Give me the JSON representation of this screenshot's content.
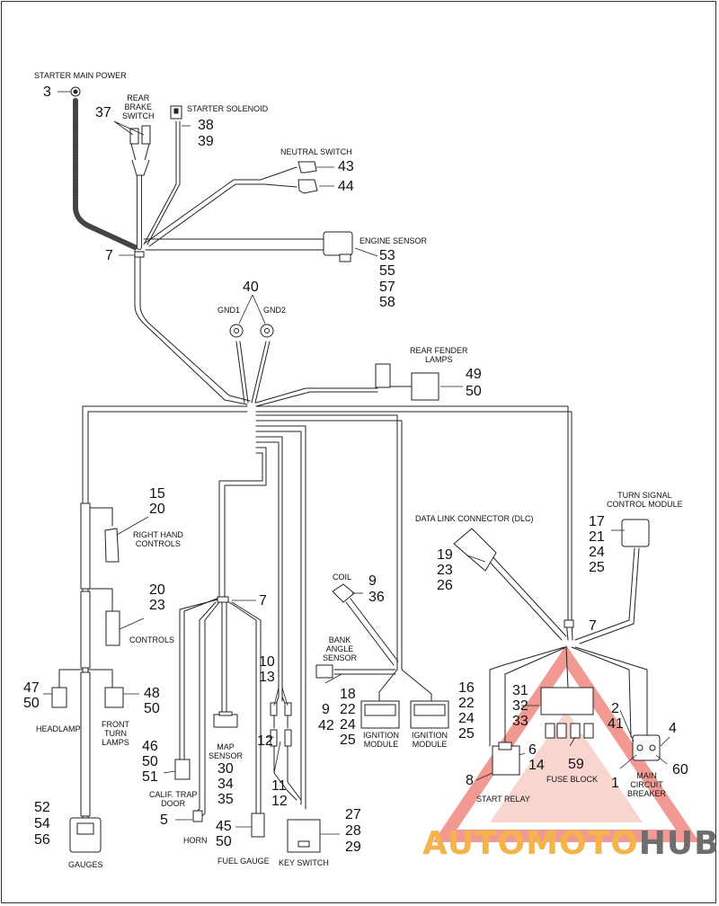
{
  "labels": {
    "starter_main_power": "STARTER MAIN POWER",
    "rear_brake_switch": "REAR\nBRAKE\nSWITCH",
    "starter_solenoid": "STARTER SOLENOID",
    "neutral_switch": "NEUTRAL SWITCH",
    "engine_sensor": "ENGINE SENSOR",
    "gnd1": "GND1",
    "gnd2": "GND2",
    "rear_fender_lamps": "REAR FENDER\nLAMPS",
    "turn_signal_control_module": "TURN SIGNAL\nCONTROL MODULE",
    "data_link_connector": "DATA LINK CONNECTOR (DLC)",
    "right_hand_controls": "RIGHT HAND\nCONTROLS",
    "controls": "CONTROLS",
    "coil": "COIL",
    "bank_angle_sensor": "BANK\nANGLE\nSENSOR",
    "headlamp": "HEADLAMP",
    "front_turn_lamps": "FRONT\nTURN\nLAMPS",
    "map_sensor": "MAP\nSENSOR",
    "ignition_module_1": "IGNITION\nMODULE",
    "ignition_module_2": "IGNITION\nMODULE",
    "start_relay": "START RELAY",
    "fuse_block": "FUSE BLOCK",
    "main_circuit_breaker": "MAIN\nCIRCUIT\nBREAKER",
    "calif_trap_door": "CALIF. TRAP\nDOOR",
    "horn": "HORN",
    "fuel_gauge": "FUEL GAUGE",
    "key_switch": "KEY SWITCH",
    "gauges": "GAUGES"
  },
  "callouts": {
    "c3": "3",
    "c37": "37",
    "c38": "38",
    "c39": "39",
    "c43": "43",
    "c44": "44",
    "c7a": "7",
    "c53": "53",
    "c55": "55",
    "c57": "57",
    "c58": "58",
    "c40": "40",
    "c49": "49",
    "c50a": "50",
    "c15": "15",
    "c20a": "20",
    "c17": "17",
    "c21": "21",
    "c24a": "24",
    "c25a": "25",
    "c19": "19",
    "c23a": "23",
    "c26": "26",
    "c20b": "20",
    "c23b": "23",
    "c7b": "7",
    "c9a": "9",
    "c36": "36",
    "c7c": "7",
    "c10": "10",
    "c13": "13",
    "c47": "47",
    "c50b": "50",
    "c48": "48",
    "c50c": "50",
    "c9b": "9",
    "c42": "42",
    "c18": "18",
    "c22a": "22",
    "c24b": "24",
    "c25b": "25",
    "c16": "16",
    "c22b": "22",
    "c24c": "24",
    "c25c": "25",
    "c31": "31",
    "c32": "32",
    "c33": "33",
    "c2": "2",
    "c41": "41",
    "c4": "4",
    "c12a": "12",
    "c6": "6",
    "c14": "14",
    "c46": "46",
    "c50d": "50",
    "c51": "51",
    "c30": "30",
    "c34": "34",
    "c35": "35",
    "c11": "11",
    "c12b": "12",
    "c8": "8",
    "c59": "59",
    "c1": "1",
    "c60": "60",
    "c52": "52",
    "c54": "54",
    "c56": "56",
    "c5": "5",
    "c45": "45",
    "c50e": "50",
    "c27": "27",
    "c28": "28",
    "c29": "29"
  },
  "watermark": {
    "text_auto": "AUTO",
    "text_moto": "MOTO",
    "text_hub": "HUB",
    "color_auto": "#f5b44a",
    "color_moto": "#f5b44a",
    "color_hub": "#6e6e6e",
    "triangle_color": "#e8463c"
  }
}
